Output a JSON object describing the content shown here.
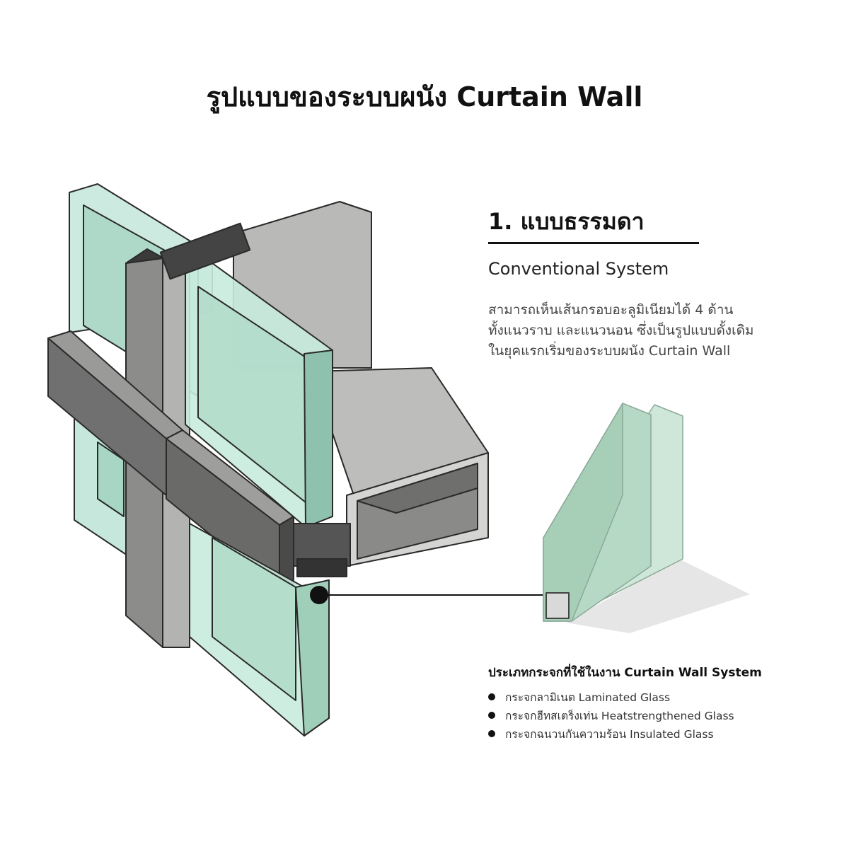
{
  "title": "รูปแบบของระบบผนัง Curtain Wall",
  "section": {
    "heading": "1. แบบธรรมดา",
    "subtitle": "Conventional System",
    "description_lines": [
      "สามารถเห็นเส้นกรอบอะลูมิเนียมได้ 4 ด้าน",
      "ทั้งแนวราบ และแนวนอน ซึ่งเป็นรูปแบบดั้งเดิม",
      "ในยุคแรกเริ่มของระบบผนัง Curtain Wall"
    ]
  },
  "glass_types": {
    "heading": "ประเภทกระจกที่ใช้ในงาน  Curtain Wall System",
    "items": [
      "กระจกลามิเนต Laminated Glass",
      "กระจกฮีทสเตร็งเท่น Heatstrengthened Glass",
      "กระจกฉนวนกันความร้อน Insulated Glass"
    ]
  },
  "colors": {
    "glass": "#bfe3d6",
    "glass_edge": "#8fc2ae",
    "frame": "#6e6e6c",
    "frame_light": "#b8b8b6",
    "outline": "#2a2a2a"
  }
}
